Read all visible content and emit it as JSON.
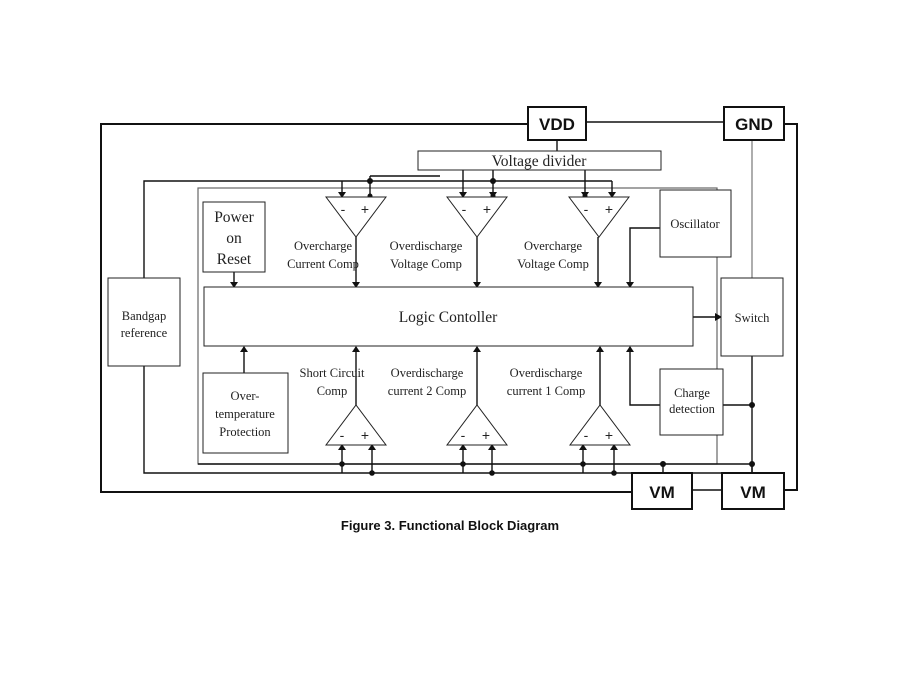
{
  "pins": {
    "vdd": "VDD",
    "gnd": "GND",
    "vm1": "VM",
    "vm2": "VM"
  },
  "blocks": {
    "voltage_divider": "Voltage divider",
    "power_on_reset": [
      "Power",
      "on",
      "Reset"
    ],
    "oscillator": "Oscillator",
    "bandgap": [
      "Bandgap",
      "reference"
    ],
    "logic_controller": "Logic Contoller",
    "switch": "Switch",
    "over_temperature": [
      "Over-",
      "temperature",
      "Protection"
    ],
    "charge_detection": [
      "Charge",
      "detection"
    ]
  },
  "comparators_top": [
    {
      "label": [
        "Overcharge",
        "Current Comp"
      ]
    },
    {
      "label": [
        "Overdischarge",
        "Voltage Comp"
      ]
    },
    {
      "label": [
        "Overcharge",
        "Voltage Comp"
      ]
    }
  ],
  "comparators_bottom": [
    {
      "label": [
        "Short Circuit",
        "Comp"
      ]
    },
    {
      "label": [
        "Overdischarge",
        "current 2 Comp"
      ]
    },
    {
      "label": [
        "Overdischarge",
        "current 1 Comp"
      ]
    }
  ],
  "signs": {
    "minus": "-",
    "plus": "+"
  },
  "caption": "Figure 3. Functional Block Diagram"
}
